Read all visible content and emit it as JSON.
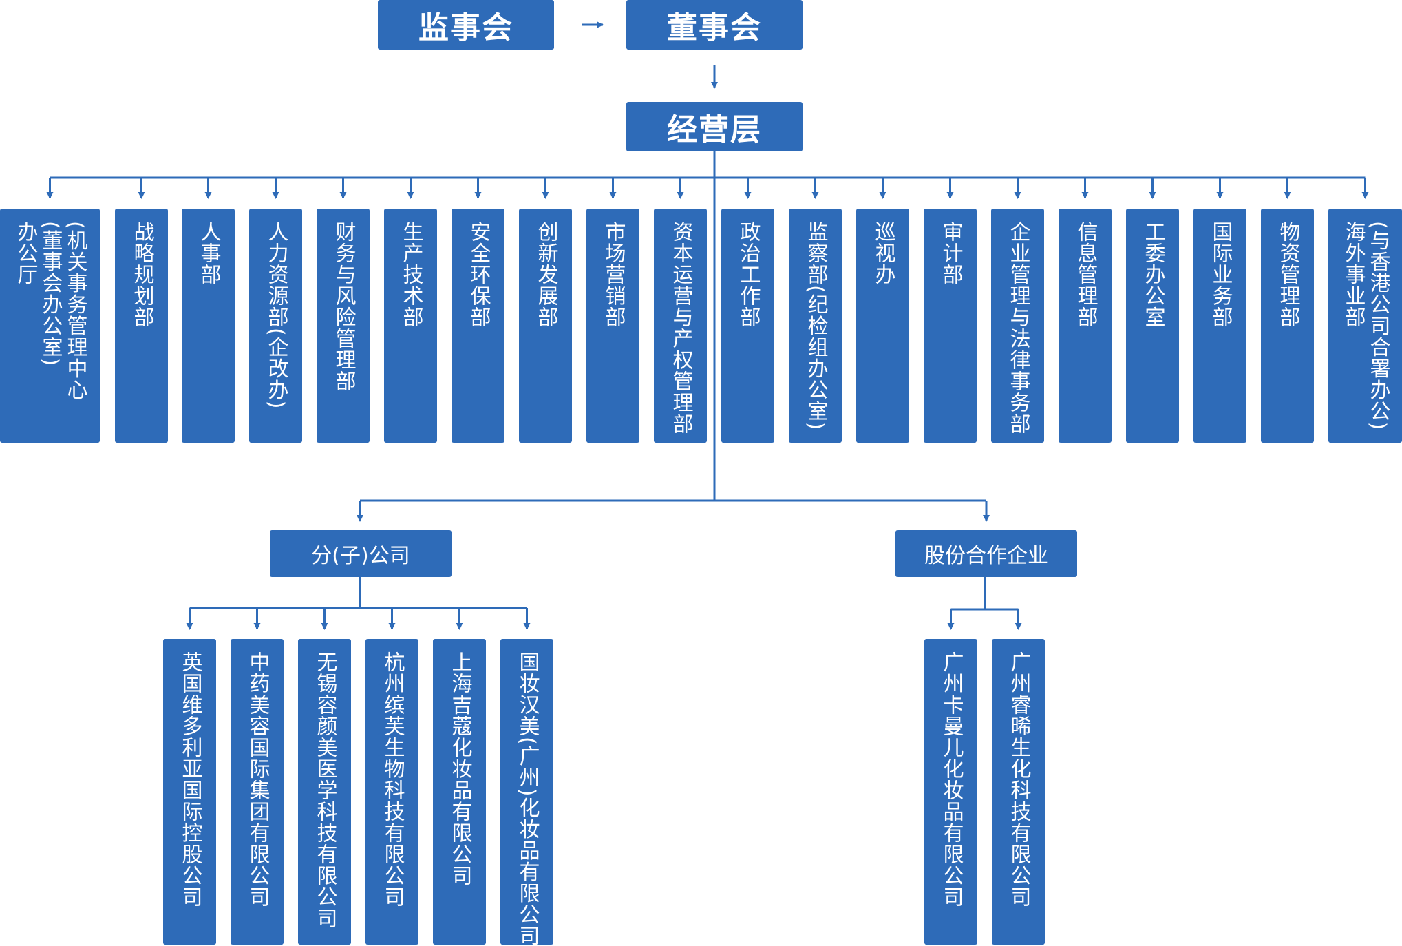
{
  "top": {
    "supervisory": "监事会",
    "board": "董事会",
    "management": "经营层"
  },
  "departments": [
    {
      "lines": [
        "(机关事务管理中心",
        "(董事会办公室)",
        "办公厅"
      ]
    },
    {
      "lines": [
        "战略规划部"
      ]
    },
    {
      "lines": [
        "人事部"
      ]
    },
    {
      "lines": [
        "人力资源部(企改办)"
      ]
    },
    {
      "lines": [
        "财务与风险管理部"
      ]
    },
    {
      "lines": [
        "生产技术部"
      ]
    },
    {
      "lines": [
        "安全环保部"
      ]
    },
    {
      "lines": [
        "创新发展部"
      ]
    },
    {
      "lines": [
        "市场营销部"
      ]
    },
    {
      "lines": [
        "资本运营与产权管理部"
      ]
    },
    {
      "lines": [
        "政治工作部"
      ]
    },
    {
      "lines": [
        "监察部(纪检组办公室)"
      ]
    },
    {
      "lines": [
        "巡视办"
      ]
    },
    {
      "lines": [
        "审计部"
      ]
    },
    {
      "lines": [
        "企业管理与法律事务部"
      ]
    },
    {
      "lines": [
        "信息管理部"
      ]
    },
    {
      "lines": [
        "工委办公室"
      ]
    },
    {
      "lines": [
        "国际业务部"
      ]
    },
    {
      "lines": [
        "物资管理部"
      ]
    },
    {
      "lines": [
        "(与香港公司合署办公)",
        "海外事业部"
      ]
    }
  ],
  "groups": [
    {
      "title": "分(子)公司",
      "companies": [
        "英国维多利亚国际控股公司",
        "中药美容国际集团有限公司",
        "无锡容颜美医学科技有限公司",
        "杭州缤芙生物科技有限公司",
        "上海吉蔻化妆品有限公司",
        "国妆汉美(广州)化妆品有限公司"
      ]
    },
    {
      "title": "股份合作企业",
      "companies": [
        "广州卡曼儿化妆品有限公司",
        "广州睿晞生化科技有限公司"
      ]
    }
  ],
  "colors": {
    "box": "#2e6bb8",
    "line": "#2e6bb8",
    "text": "#ffffff"
  }
}
